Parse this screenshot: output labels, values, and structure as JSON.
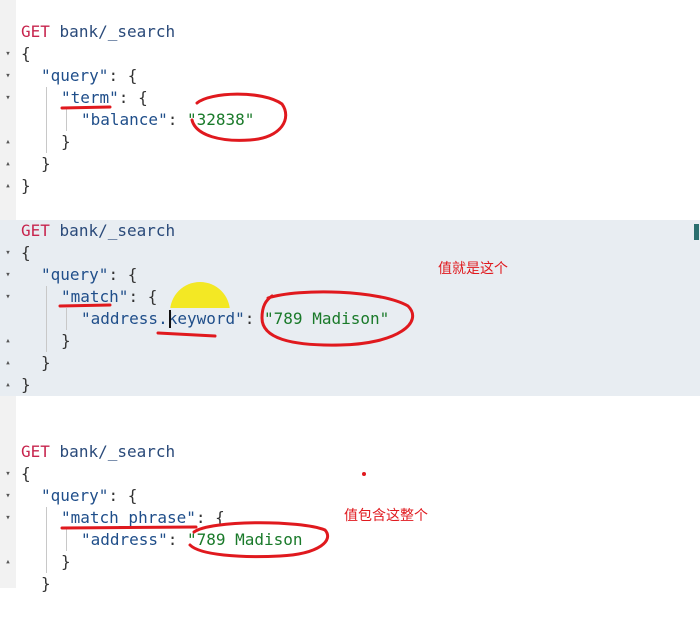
{
  "blocks": [
    {
      "request": {
        "method": "GET",
        "url": "bank/_search"
      },
      "query_key": "\"query\"",
      "clause_key": "\"term\"",
      "field_key": "\"balance\"",
      "value": "\"32838\""
    },
    {
      "request": {
        "method": "GET",
        "url": "bank/_search"
      },
      "query_key": "\"query\"",
      "clause_key": "\"match\"",
      "field_key_a": "\"address.",
      "field_key_b": "keyword\"",
      "value": "\"789 Madison\""
    },
    {
      "request": {
        "method": "GET",
        "url": "bank/_search"
      },
      "query_key": "\"query\"",
      "clause_key": "\"match_phrase\"",
      "field_key": "\"address\"",
      "value": "\"789 Madison"
    }
  ],
  "punct": {
    "open_brace": "{",
    "close_brace": "}",
    "colon_open": ": {",
    "colon": ": "
  },
  "annotations": {
    "note_match": "值就是这个",
    "note_phrase": "值包含这整个"
  },
  "colors": {
    "annotation_red": "#e0191e",
    "highlight_yellow": "#f5e600",
    "method": "#c7254e",
    "string": "#1a7a2a",
    "key": "#1f4e8a"
  }
}
